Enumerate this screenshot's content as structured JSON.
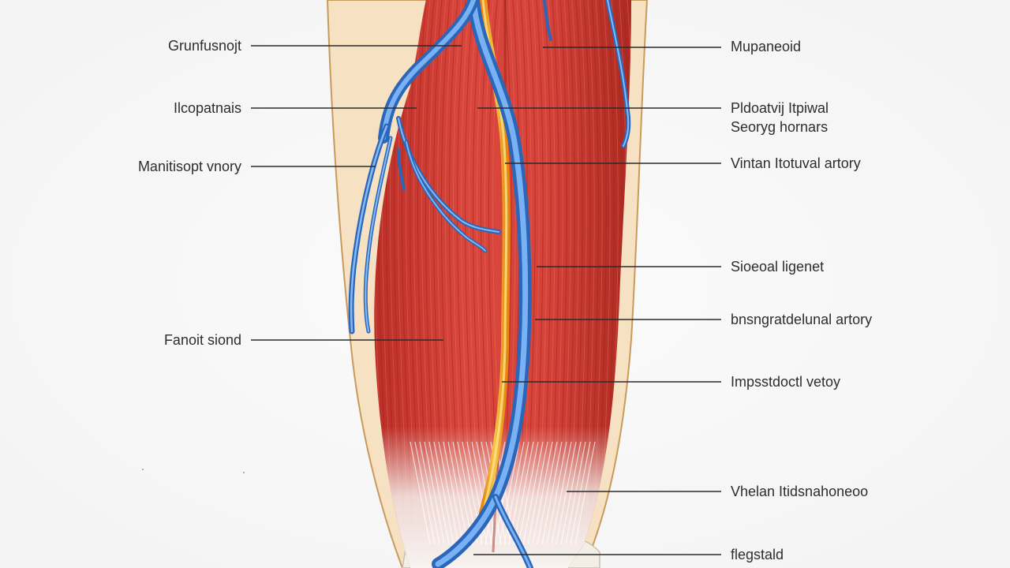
{
  "diagram": {
    "labels_left": [
      {
        "id": "label-left-1",
        "text": "Grunfusnojt"
      },
      {
        "id": "label-left-2",
        "text": "Ilcopatnais"
      },
      {
        "id": "label-left-3",
        "text": "Manitisopt vnory"
      },
      {
        "id": "label-left-4",
        "text": "Fanoit siond"
      }
    ],
    "labels_right": [
      {
        "id": "label-right-1",
        "text": "Mupaneoid"
      },
      {
        "id": "label-right-2a",
        "text": "Pldoatvij Itpiwal"
      },
      {
        "id": "label-right-2b",
        "text": "Seoryg hornars"
      },
      {
        "id": "label-right-3",
        "text": "Vintan Itotuval artory"
      },
      {
        "id": "label-right-4",
        "text": "Sioeoal ligenet"
      },
      {
        "id": "label-right-5",
        "text": "bnsngratdelunal artory"
      },
      {
        "id": "label-right-6",
        "text": "Impsstdoctl vetoy"
      },
      {
        "id": "label-right-7",
        "text": "Vhelan Itidsnahoneoo"
      },
      {
        "id": "label-right-8",
        "text": "flegstald"
      }
    ],
    "colors": {
      "muscle": "#c8372f",
      "muscle_dark": "#a92822",
      "muscle_light": "#e0574d",
      "skin": "#f5dfbf",
      "skin_outline": "#c89a5c",
      "vessel_blue": "#4f8fe0",
      "vessel_blue_dark": "#2c66b8",
      "nerve_orange": "#f2a21a",
      "nerve_yellow": "#f7d84a",
      "tendon": "#f4f1ee",
      "leader_line": "#2b2b2b"
    }
  }
}
